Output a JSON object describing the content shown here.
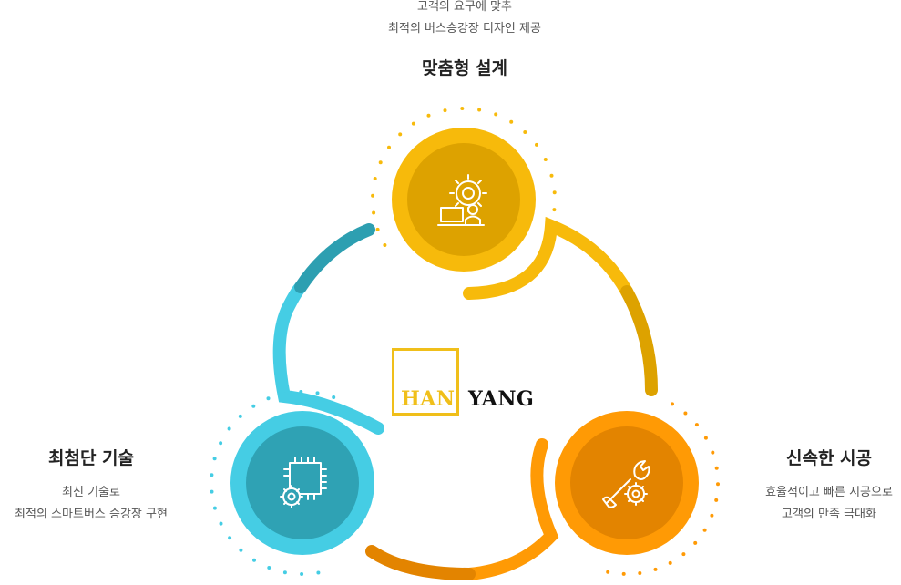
{
  "nodes": {
    "top": {
      "title": "맞춤형 설계",
      "lines": [
        "고객의 요구에 맞추",
        "최적의 버스승강장 디자인 제공"
      ],
      "icon": "gear-engineer-icon",
      "colors": {
        "ring": "#f7ba0b",
        "inner": "#dda200",
        "dots": "#f7ba0b"
      }
    },
    "left": {
      "title": "최첨단 기술",
      "lines": [
        "최신 기술로",
        "최적의 스마트버스 승강장 구현"
      ],
      "icon": "chip-gear-icon",
      "colors": {
        "ring": "#45cde4",
        "inner": "#2fa2b4",
        "dots": "#45cde4"
      }
    },
    "right": {
      "title": "신속한 시공",
      "lines": [
        "효율적이고 빠른 시공으로",
        "고객의 만족 극대화"
      ],
      "icon": "wrench-gear-icon",
      "colors": {
        "ring": "#ff9a05",
        "inner": "#e38400",
        "dots": "#ff9a05"
      }
    }
  },
  "logo": {
    "han": "HAN",
    "yang": "YANG",
    "color": "#f0bf1a"
  },
  "arc_colors": {
    "teal_dark": "#2d9fb1",
    "amber_dark": "#dda200",
    "orange_dark": "#e38400"
  }
}
